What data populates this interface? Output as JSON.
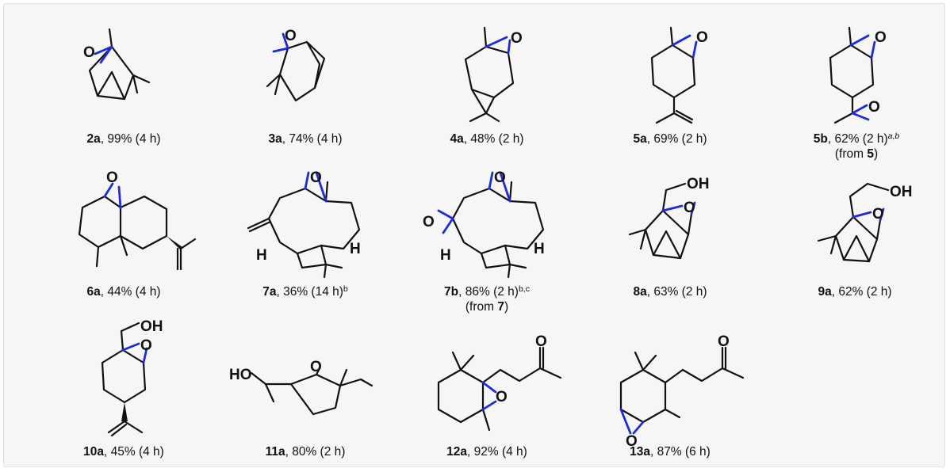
{
  "compounds": [
    {
      "id": "2a",
      "text": ", 99% (4 h)"
    },
    {
      "id": "3a",
      "text": ", 74% (4 h)"
    },
    {
      "id": "4a",
      "text": ", 48% (2 h)"
    },
    {
      "id": "5a",
      "text": ", 69% (2 h)"
    },
    {
      "id": "5b",
      "text": ", 62% (2 h)",
      "sup": "a,b",
      "note_prefix": "(from ",
      "note_ref": "5",
      "note_suffix": ")"
    },
    {
      "id": "6a",
      "text": ", 44% (4 h)"
    },
    {
      "id": "7a",
      "text": ", 36% (14 h)",
      "sup": "b"
    },
    {
      "id": "7b",
      "text": ", 86% (2 h)",
      "sup": "b,c",
      "note_prefix": "(from ",
      "note_ref": "7",
      "note_suffix": ")"
    },
    {
      "id": "8a",
      "text": ", 63% (2 h)"
    },
    {
      "id": "9a",
      "text": ", 62% (2 h)"
    },
    {
      "id": "10a",
      "text": ", 45% (4 h)"
    },
    {
      "id": "11a",
      "text": ", 80% (2 h)"
    },
    {
      "id": "12a",
      "text": ", 92% (4 h)"
    },
    {
      "id": "13a",
      "text": ", 87% (6 h)"
    }
  ],
  "atoms": {
    "oxygen": "O",
    "hydroxyl": "OH",
    "hydroxyl_left": "HO",
    "hydrogen": "H"
  },
  "colors": {
    "epoxide_bond": "#1f2bd6",
    "bond": "#111111",
    "panel_background": "#f6f6f6"
  }
}
